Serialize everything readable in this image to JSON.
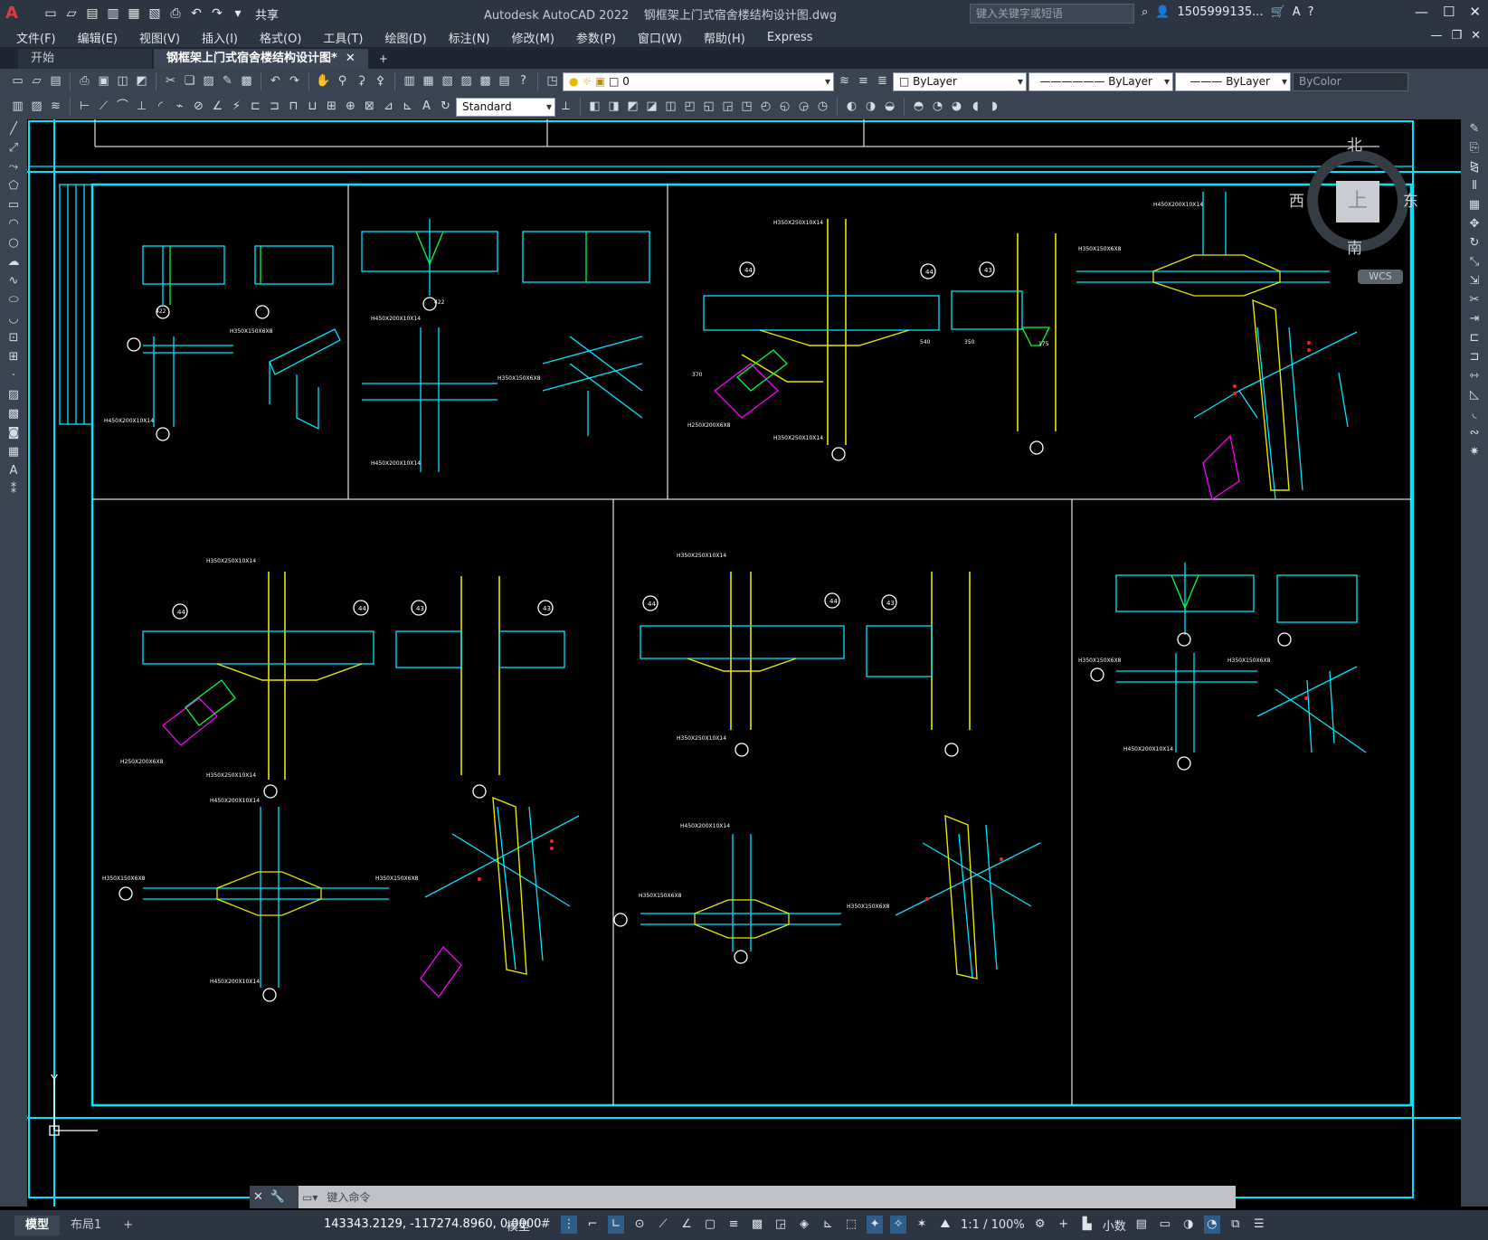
{
  "app": {
    "title": "Autodesk AutoCAD 2022",
    "filename": "钢框架上门式宿舍楼结构设计图.dwg",
    "share_label": "共享"
  },
  "search": {
    "placeholder": "键入关键字或短语"
  },
  "user": {
    "name": "1505999135..."
  },
  "menus": [
    "文件(F)",
    "编辑(E)",
    "视图(V)",
    "插入(I)",
    "格式(O)",
    "工具(T)",
    "绘图(D)",
    "标注(N)",
    "修改(M)",
    "参数(P)",
    "窗口(W)",
    "帮助(H)",
    "Express"
  ],
  "tabs": {
    "start": "开始",
    "drawing": "钢框架上门式宿舍楼结构设计图*"
  },
  "layer": {
    "current": "0"
  },
  "properties": {
    "color": "ByLayer",
    "linetype": "ByLayer",
    "lineweight": "ByLayer",
    "plotstyle": "ByColor"
  },
  "textstyle": {
    "current": "Standard"
  },
  "viewcube": {
    "north": "北",
    "south": "南",
    "west": "西",
    "east": "东",
    "face": "上",
    "wcs": "WCS"
  },
  "command": {
    "prompt": "键入命令"
  },
  "status": {
    "model_tab": "模型",
    "layout_tab": "布局1",
    "coords": "143343.2129, -117274.8960, 0.0000",
    "space": "模型",
    "scale": "1:1 / 100%",
    "units": "小数"
  },
  "drawing_labels": {
    "d1": "H350X150X6X8",
    "d2": "H450X200X10X14",
    "d3": "H350X250X10X14",
    "d4": "H250X200X6X8",
    "d5": "H450X200X10X14",
    "d6": "H350X150X6X8",
    "bubble43": "43",
    "bubble44": "44",
    "dim422": "422",
    "dim540": "540",
    "dim175": "175",
    "dim350": "350",
    "dim370": "370",
    "axis_y": "Y"
  },
  "colors": {
    "cyan": "#00e5ff",
    "yellow": "#e6e600",
    "green": "#00ff3c",
    "magenta": "#ff00ff",
    "white": "#ffffff",
    "red": "#ff2020"
  }
}
